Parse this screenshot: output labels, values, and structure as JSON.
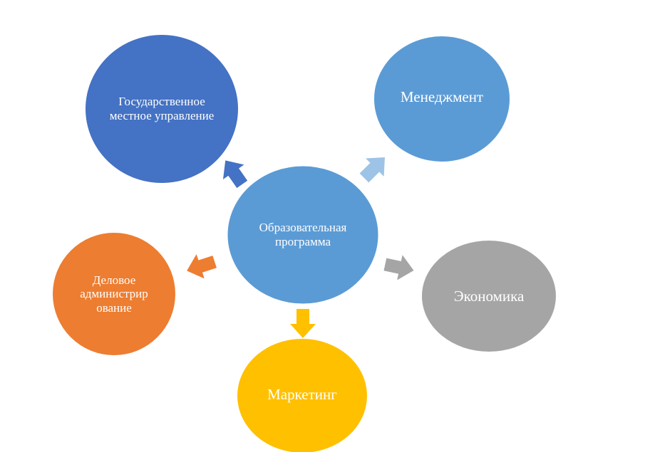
{
  "center": {
    "label": "Образовательная программа",
    "color": "#5b9bd5"
  },
  "nodes": [
    {
      "id": "gmu",
      "label": "Государственное местное управление",
      "color": "#4472c4"
    },
    {
      "id": "management",
      "label": "Менеджмент",
      "color": "#5b9bd5"
    },
    {
      "id": "economics",
      "label": "Экономика",
      "color": "#a5a5a5"
    },
    {
      "id": "marketing",
      "label": "Маркетинг",
      "color": "#ffc000"
    },
    {
      "id": "business-admin",
      "label": "Деловое администрир ование",
      "color": "#ed7d31"
    }
  ],
  "arrows": [
    {
      "target": "gmu",
      "color": "#4472c4"
    },
    {
      "target": "management",
      "color": "#9dc3e6"
    },
    {
      "target": "economics",
      "color": "#a5a5a5"
    },
    {
      "target": "marketing",
      "color": "#ffc000"
    },
    {
      "target": "business-admin",
      "color": "#ed7d31"
    }
  ]
}
